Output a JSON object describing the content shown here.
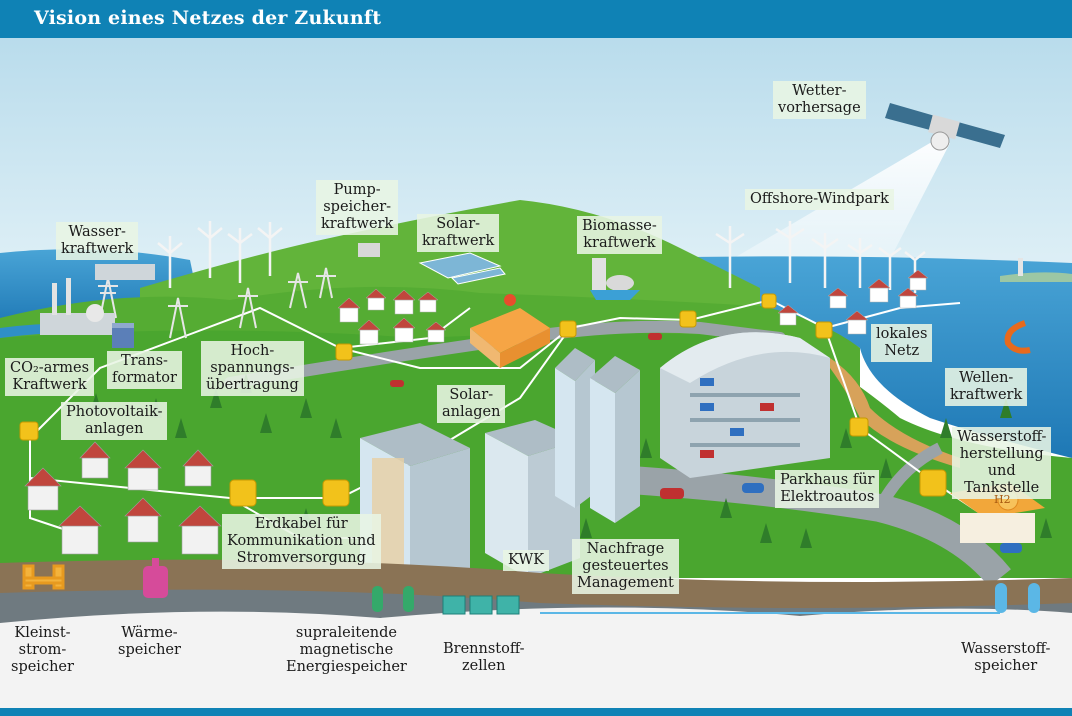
{
  "header": {
    "title": "Vision eines Netzes der Zukunft"
  },
  "labels": {
    "wetter": "Wetter-\nvorhersage",
    "pump": "Pump-\nspeicher-\nkraftwerk",
    "solar_kraftwerk": "Solar-\nkraftwerk",
    "biomasse": "Biomasse-\nkraftwerk",
    "offshore": "Offshore-Windpark",
    "wasser_kraftwerk": "Wasser-\nkraftwerk",
    "co2": "CO₂-armes\nKraftwerk",
    "trafo": "Trans-\nformator",
    "hoch": "Hoch-\nspannungs-\nübertragung",
    "lokales": "lokales\nNetz",
    "wellen": "Wellen-\nkraftwerk",
    "photovoltaik": "Photovoltaik-\nanlagen",
    "solaranlagen": "Solar-\nanlagen",
    "wasserstoff_herst": "Wasserstoff-\nherstellung\nund\nTankstelle",
    "parkhaus": "Parkhaus für\nElektroautos",
    "erdkabel": "Erdkabel für\nKommunikation und\nStromversorgung",
    "kwk": "KWK",
    "nachfrage": "Nachfrage\ngesteuertes\nManagement",
    "kleinst": "Kleinst-\nstrom-\nspeicher",
    "waerme": "Wärme-\nspeicher",
    "supra": "supraleitende\nmagnetische\nEnergiespeicher",
    "brenn": "Brennstoff-\nzellen",
    "ws_speicher": "Wasserstoff-\nspeicher",
    "h2_sign": "H2"
  },
  "colors": {
    "header": "#0f82b5",
    "sky": "#d6edf5",
    "sea": "#2f8fc6",
    "grass": "#4fae34",
    "hill": "#6ebd3f",
    "soil": "#8a7355",
    "snow": "#f3f3f3",
    "node": "#f2c21b",
    "label_bg": "#e8f5e4"
  }
}
